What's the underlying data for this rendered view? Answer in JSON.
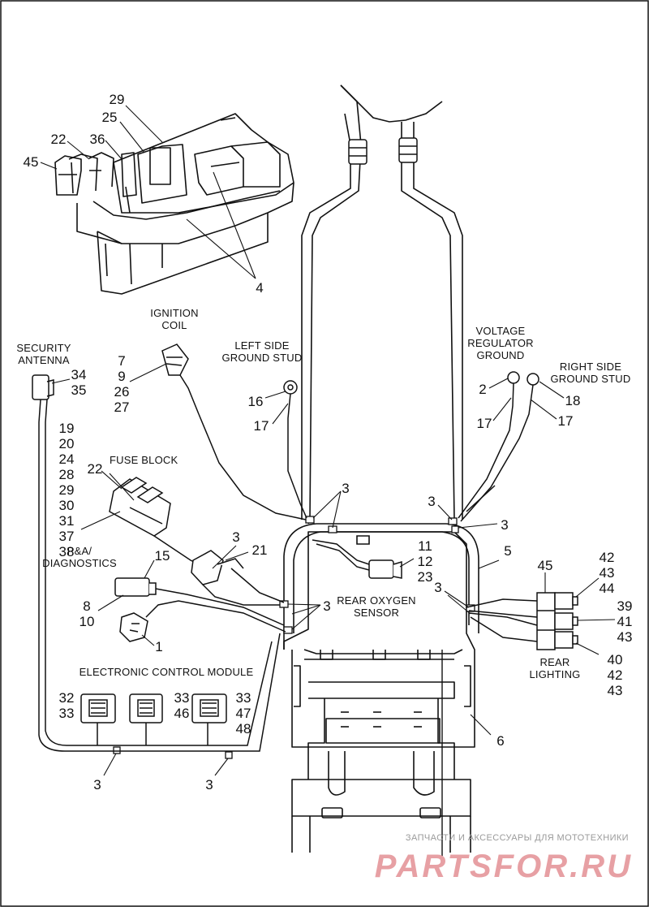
{
  "captions": {
    "ignition_coil": [
      "IGNITION",
      "COIL"
    ],
    "left_side_ground_stud": [
      "LEFT SIDE",
      "GROUND STUD"
    ],
    "voltage_regulator_ground": [
      "VOLTAGE",
      "REGULATOR",
      "GROUND"
    ],
    "right_side_ground_stud": [
      "RIGHT SIDE",
      "GROUND STUD"
    ],
    "security_antenna": [
      "SECURITY",
      "ANTENNA"
    ],
    "fuse_block": [
      "FUSE BLOCK"
    ],
    "pa_diagnostics": [
      "P&A/",
      "DIAGNOSTICS"
    ],
    "rear_oxygen_sensor": [
      "REAR OXYGEN",
      "SENSOR"
    ],
    "electronic_control_module": [
      "ELECTRONIC CONTROL MODULE"
    ],
    "rear_lighting": [
      "REAR",
      "LIGHTING"
    ]
  },
  "callouts": {
    "bracket_29": "29",
    "bracket_25": "25",
    "bracket_22": "22",
    "bracket_36": "36",
    "bracket_45": "45",
    "bracket_4": "4",
    "ignition_parts": [
      "7",
      "9",
      "26",
      "27"
    ],
    "antenna_parts": [
      "34",
      "35"
    ],
    "left_ground_16": "16",
    "left_ground_17": "17",
    "vr_ground_2": "2",
    "vr_ground_17": "17",
    "right_ground_18": "18",
    "right_ground_17": "17",
    "fuse_list": [
      "19",
      "20",
      "24",
      "28",
      "29",
      "30",
      "31",
      "37",
      "38"
    ],
    "fuse_22": "22",
    "clip_3_top_left": "3",
    "clip_3_right_a": "3",
    "clip_3_right_b": "3",
    "clip_3_fuse": "3",
    "part_21": "21",
    "part_15": "15",
    "pa_parts": [
      "8",
      "10"
    ],
    "part_1": "1",
    "o2_parts": [
      "11",
      "12",
      "23"
    ],
    "part_5": "5",
    "clip_3_mid_left": "3",
    "clip_3_mid_right": "3",
    "lighting_45": "45",
    "lighting_top": [
      "42",
      "43",
      "44"
    ],
    "lighting_mid": [
      "39",
      "41",
      "43"
    ],
    "lighting_bottom": [
      "40",
      "42",
      "43"
    ],
    "ecm_left": [
      "32",
      "33"
    ],
    "ecm_mid": [
      "33",
      "46"
    ],
    "ecm_right": [
      "33",
      "47",
      "48"
    ],
    "part_6": "6",
    "clip_3_bottom_left": "3",
    "clip_3_bottom_right": "3"
  },
  "watermark": {
    "line1": "ЗАПЧАСТИ И АКСЕССУАРЫ ДЛЯ МОТОТЕХНИКИ",
    "line2": "PARTSFOR.RU"
  },
  "colors": {
    "line": "#111111",
    "watermark_text": "#9a9a9a",
    "watermark_logo": "#e7a0a4"
  }
}
